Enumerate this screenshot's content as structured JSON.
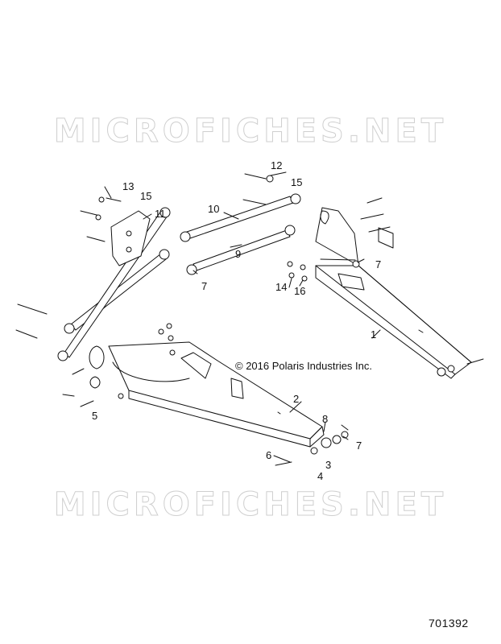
{
  "watermark_text": "MICROFICHES.NET",
  "copyright": "© 2016 Polaris Industries Inc.",
  "document_number": "701392",
  "callouts": {
    "c1": "1",
    "c2": "2",
    "c3": "3",
    "c4": "4",
    "c5": "5",
    "c6": "6",
    "c7a": "7",
    "c7b": "7",
    "c7c": "7",
    "c8": "8",
    "c9": "9",
    "c10": "10",
    "c11": "11",
    "c12": "12",
    "c13": "13",
    "c14": "14",
    "c15a": "15",
    "c15b": "15",
    "c16": "16"
  }
}
